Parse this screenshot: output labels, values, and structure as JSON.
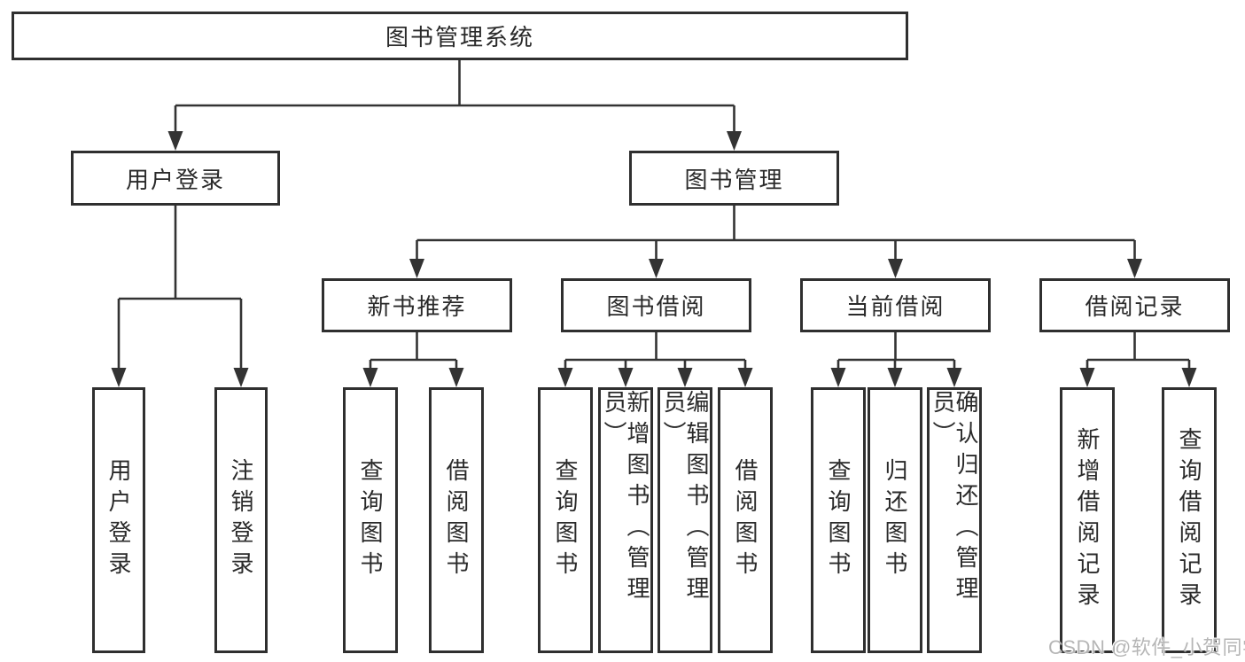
{
  "diagram": {
    "root": {
      "label": "图书管理系统"
    },
    "branches": [
      {
        "label": "用户登录",
        "children": [
          {
            "label": "用户登录"
          },
          {
            "label": "注销登录"
          }
        ]
      },
      {
        "label": "图书管理",
        "children": [
          {
            "label": "新书推荐",
            "children": [
              {
                "label": "查询图书"
              },
              {
                "label": "借阅图书"
              }
            ]
          },
          {
            "label": "图书借阅",
            "children": [
              {
                "label": "查询图书"
              },
              {
                "label": "新增图书（管理员）"
              },
              {
                "label": "编辑图书（管理员）"
              },
              {
                "label": "借阅图书"
              }
            ]
          },
          {
            "label": "当前借阅",
            "children": [
              {
                "label": "查询图书"
              },
              {
                "label": "归还图书"
              },
              {
                "label": "确认归还（管理员）"
              }
            ]
          },
          {
            "label": "借阅记录",
            "children": [
              {
                "label": "新增借阅记录"
              },
              {
                "label": "查询借阅记录"
              }
            ]
          }
        ]
      }
    ]
  },
  "watermark": {
    "text": "CSDN @软件_小贺同学"
  },
  "colors": {
    "background": "#ffffff",
    "line": "#333333",
    "box_border": "#2f2f2f",
    "text": "#2a2a2a",
    "watermark_text": "#b6b6b6"
  }
}
